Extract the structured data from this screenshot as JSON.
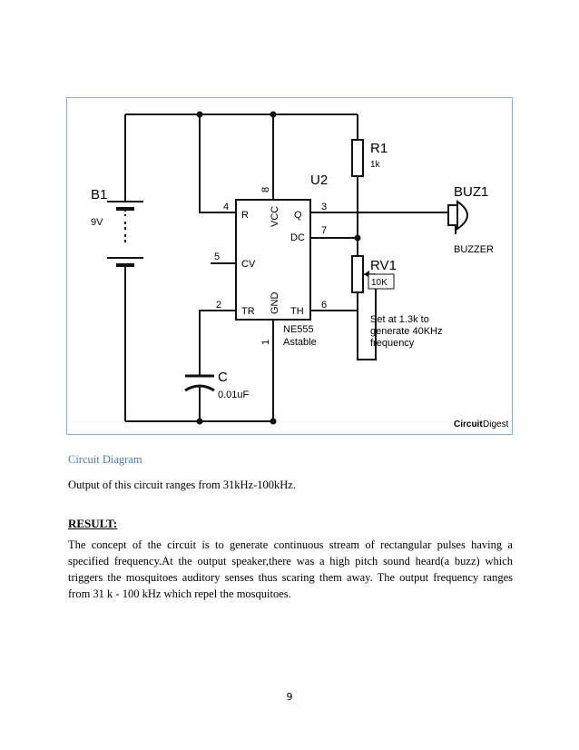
{
  "figure": {
    "battery_ref": "B1",
    "battery_value": "9V",
    "ic_ref": "U2",
    "ic_part": "NE555",
    "ic_mode": "Astable",
    "pin_labels": {
      "R": "R",
      "VCC": "VCC",
      "Q": "Q",
      "DC": "DC",
      "CV": "CV",
      "TR": "TR",
      "TH": "TH",
      "GND": "GND"
    },
    "pin_numbers": {
      "p8": "8",
      "p4": "4",
      "p3": "3",
      "p7": "7",
      "p5": "5",
      "p2": "2",
      "p6": "6",
      "p1": "1"
    },
    "r1_ref": "R1",
    "r1_value": "1k",
    "rv1_ref": "RV1",
    "rv1_value": "10K",
    "rv1_note_1": "Set at 1.3k to",
    "rv1_note_2": "generate 40KHz",
    "rv1_note_3": "frequency",
    "buzzer_ref": "BUZ1",
    "buzzer_label": "BUZZER",
    "cap_ref": "C",
    "cap_value": "0.01uF",
    "logo_text_1": "Circuit",
    "logo_text_2": "Digest"
  },
  "caption": "Circuit Diagram",
  "output_line": "Output of this circuit ranges from 31kHz-100kHz.",
  "result_heading": "RESULT:",
  "result_paragraph": "The concept of the circuit is to generate continuous stream of rectangular pulses having a specified frequency.At the output speaker,there was a high pitch sound heard(a buzz) which triggers the mosquitoes auditory senses thus scaring them away. The output frequency ranges from 31 k - 100 kHz which repel the mosquitoes.",
  "page_number": "9"
}
